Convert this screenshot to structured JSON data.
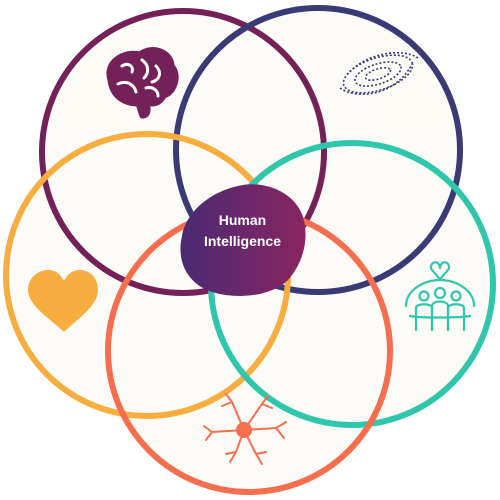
{
  "center": {
    "title_line1": "Human",
    "title_line2": "Intelligence"
  },
  "circles": [
    {
      "id": "brain",
      "icon": "brain-icon",
      "color": "#74215a"
    },
    {
      "id": "galaxy",
      "icon": "galaxy-icon",
      "color": "#3a3b75"
    },
    {
      "id": "heart",
      "icon": "heart-icon",
      "color": "#f7ad3f"
    },
    {
      "id": "community",
      "icon": "community-icon",
      "color": "#2fc7ab"
    },
    {
      "id": "neuron",
      "icon": "neuron-icon",
      "color": "#f56f4f"
    }
  ],
  "colors": {
    "blob_start": "#4b2a73",
    "blob_end": "#8a2560",
    "fill": "#fdfbf6"
  }
}
